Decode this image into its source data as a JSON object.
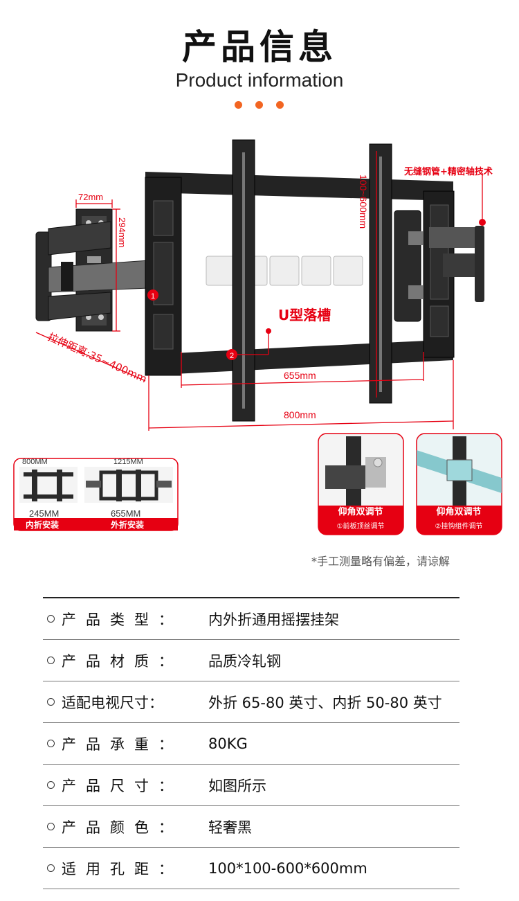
{
  "header": {
    "title_cn": "产品信息",
    "title_en": "Product information",
    "accent_color": "#f26522"
  },
  "diagram": {
    "dim_72": "72mm",
    "dim_294": "294mm",
    "dim_100_600": "100~600mm",
    "dim_655": "655mm",
    "dim_800": "800mm",
    "extension": "拉伸距离:35~400mm",
    "u_slot": "U型落槽",
    "tube_tech": "无缝钢管+精密轴技术",
    "marker_1": "1",
    "marker_2": "2",
    "label_color": "#e60012"
  },
  "install": {
    "inner": {
      "width": "800MM",
      "gap": "245MM",
      "label": "内折安装"
    },
    "outer": {
      "width": "1215MM",
      "gap": "655MM",
      "label": "外折安装"
    }
  },
  "details": [
    {
      "title": "仰角双调节",
      "subtitle": "①前板顶丝调节"
    },
    {
      "title": "仰角双调节",
      "subtitle": "②挂钩组件调节"
    }
  ],
  "note": "*手工测量略有偏差，请谅解",
  "specs": [
    {
      "key": "产品类型：",
      "value": "内外折通用摇摆挂架",
      "spaced": true
    },
    {
      "key": "产品材质：",
      "value": "品质冷轧钢",
      "spaced": true
    },
    {
      "key": "适配电视尺寸：",
      "value": "外折 65-80 英寸、内折 50-80 英寸",
      "spaced": false
    },
    {
      "key": "产品承重：",
      "value": "80KG",
      "spaced": true
    },
    {
      "key": "产品尺寸：",
      "value": "如图所示",
      "spaced": true
    },
    {
      "key": "产品颜色：",
      "value": "轻奢黑",
      "spaced": true
    },
    {
      "key": "适用孔距：",
      "value": "100*100-600*600mm",
      "spaced": true
    }
  ]
}
